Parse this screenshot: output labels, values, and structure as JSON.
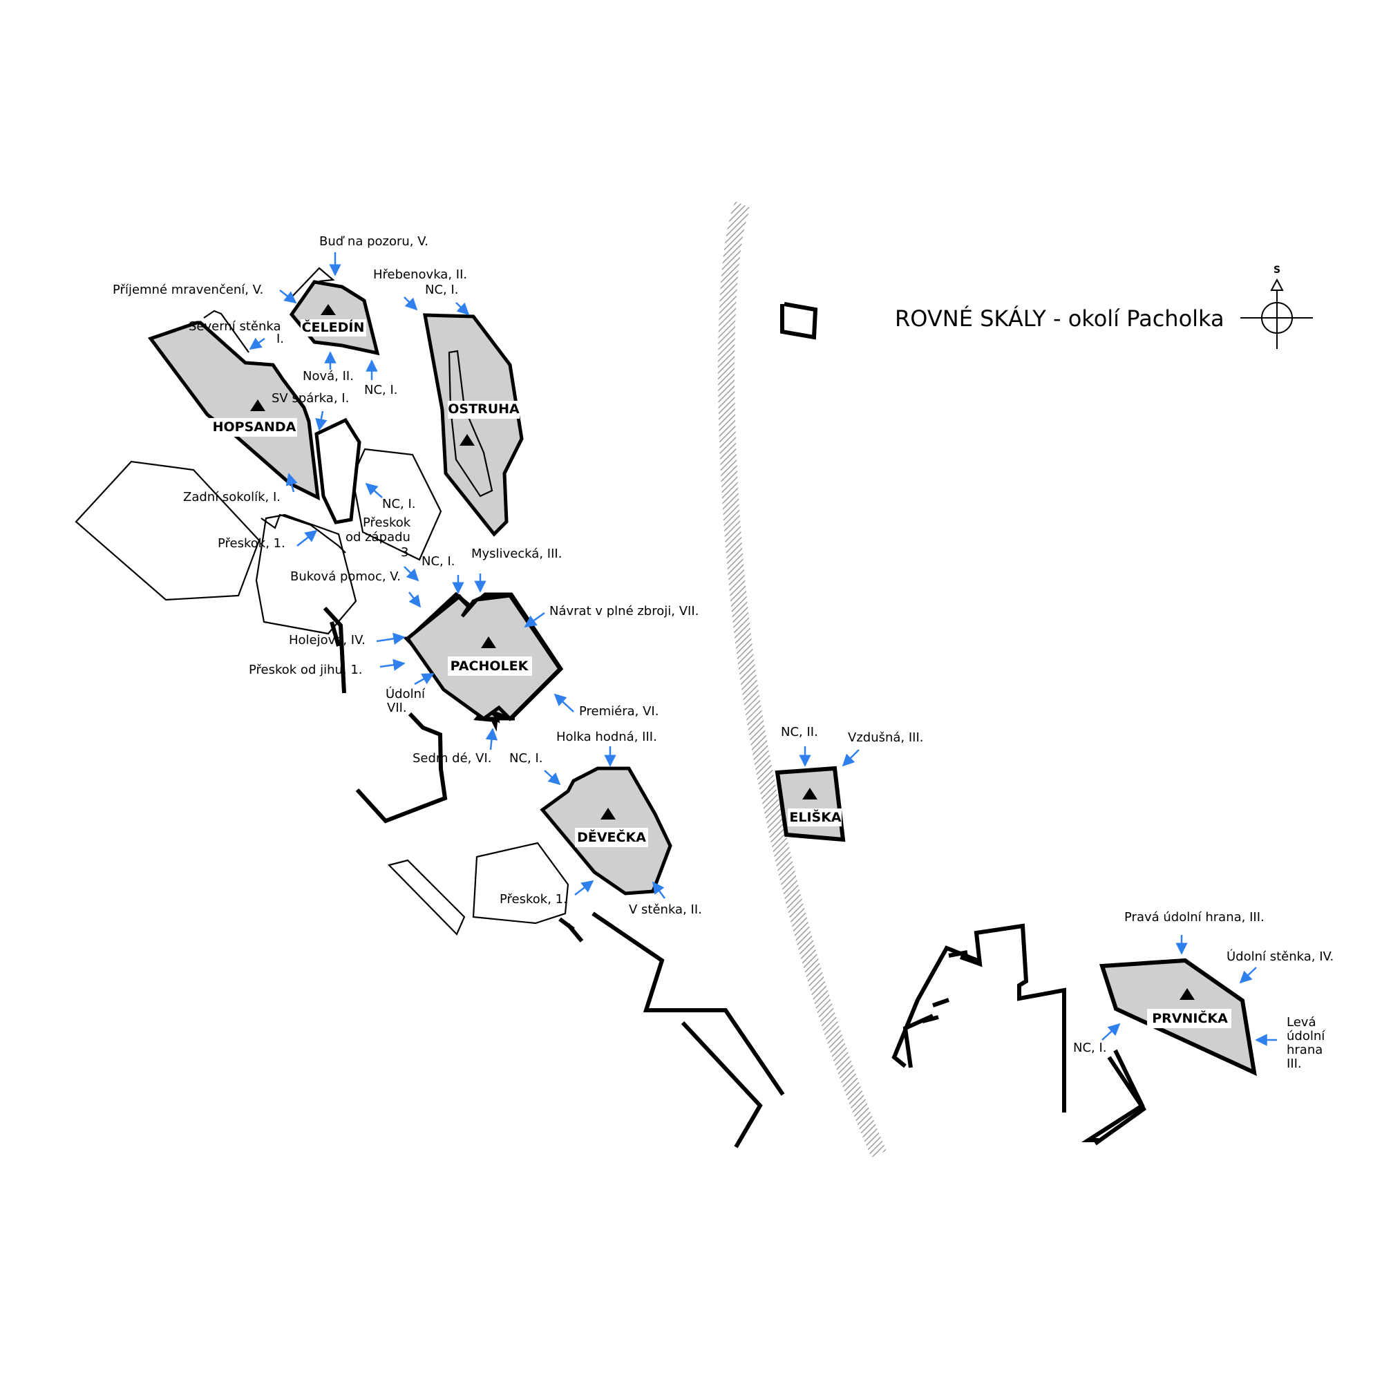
{
  "title": "ROVNÉ SKÁLY - okolí Pacholka",
  "compass": {
    "letter": "S"
  },
  "colors": {
    "arrow": "#2f80ed",
    "rock": "#cfcfcf",
    "line": "#000000"
  },
  "towers": {
    "celedin": "ČELEDÍN",
    "hopsanda": "HOPSANDA",
    "ostruha": "OSTRUHA",
    "pacholek": "PACHOLEK",
    "devecka": "DĚVEČKA",
    "eliska": "ELIŠKA",
    "prvnicka": "PRVNIČKA"
  },
  "routes": {
    "bud_na_pozoru": "Buď na pozoru, V.",
    "prijemne": "Příjemné mravenčení, V.",
    "hrebenovka": "Hřebenovka, II.",
    "nc_ostruha": "NC, I.",
    "severni_1": "Severní stěnka",
    "severni_2": "I.",
    "nova": "Nová, II.",
    "nc_celedin": "NC, I.",
    "sv_sparka": "SV spárka, I.",
    "zadni": "Zadní sokolík, I.",
    "nc_prestok": "NC, I.",
    "preskok_zapad_1": "Přeskok",
    "preskok_zapad_2": "od západu",
    "preskok_zapad_3": "3.",
    "preskok_1": "Přeskok, 1.",
    "nc_pacholek": "NC, I.",
    "myslivecka": "Myslivecká, III.",
    "bukova": "Buková pomoc, V.",
    "navrat": "Návrat v plné zbroji, VII.",
    "holejova": "Holejova, IV.",
    "preskok_jih": "Přeskok od jihu, 1.",
    "udolni_1": "Údolní",
    "udolni_2": "VII.",
    "premiera": "Premiéra, VI.",
    "holka": "Holka hodná, III.",
    "sedm": "Sedm dé, VI.",
    "nc_devecka": "NC, I.",
    "preskok_devecka": "Přeskok, 1.",
    "v_stenka": "V stěnka, II.",
    "nc_eliska": "NC, II.",
    "vzdusna": "Vzdušná, III.",
    "prava": "Pravá údolní hrana, III.",
    "udolni_stenka": "Údolní stěnka, IV.",
    "leva_1": "Levá",
    "leva_2": "údolní",
    "leva_3": "hrana",
    "leva_4": "III.",
    "nc_prvnicka": "NC, I."
  }
}
